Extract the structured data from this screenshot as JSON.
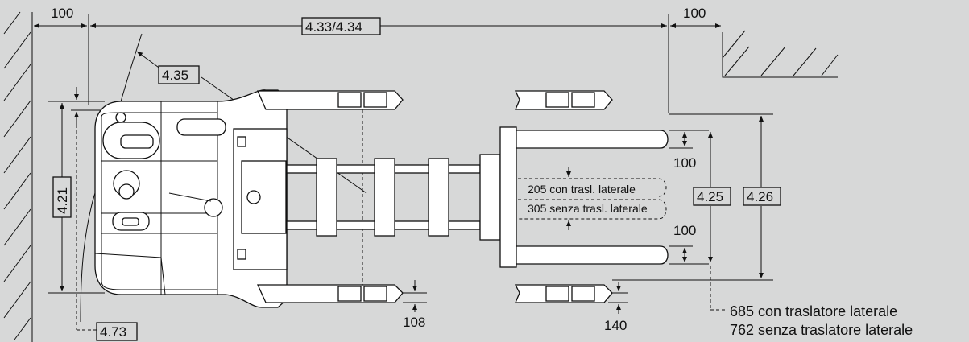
{
  "dimensions": {
    "clearance_left": "100",
    "clearance_right": "100",
    "overall_length": "4.33/4.34",
    "turning_radius": "4.35",
    "chassis_width": "4.21",
    "fork_span_inner": "4.25",
    "fork_span_outer": "4.26",
    "fork_gap_top": "100",
    "fork_gap_bottom": "100",
    "outrigger_clearance_left": "108",
    "outrigger_clearance_right": "140",
    "aisle_ref": "4.73"
  },
  "notes": {
    "carriage_with_shift": "205 con trasl. laterale",
    "carriage_without_shift": "305 senza trasl. laterale",
    "aisle_with_shift": "685 con traslatore laterale",
    "aisle_without_shift": "762 senza traslatore laterale"
  }
}
